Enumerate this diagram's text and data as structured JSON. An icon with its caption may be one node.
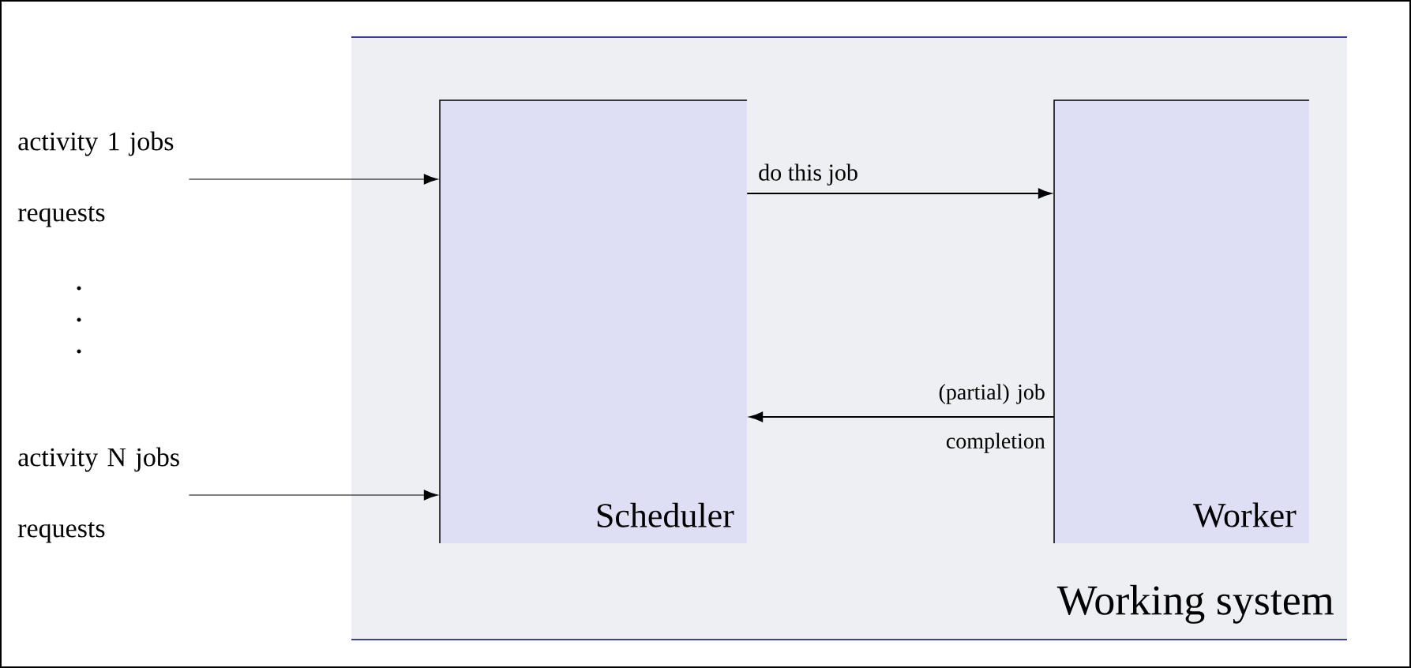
{
  "diagram": {
    "nodes": [
      {
        "text": [
          "Working system"
        ]
      },
      {
        "text": [
          "Scheduler"
        ],
        "in": 0
      },
      {
        "text": [
          "Worker"
        ],
        "in": 0
      },
      {
        "text": [
          "activity 1 jobs requests"
        ]
      },
      {
        "text": [
          "activity N jobs requests"
        ]
      }
    ],
    "edges": [
      {
        "from": 3,
        "to": 1,
        "arrow": "to"
      },
      {
        "from": 4,
        "to": 1,
        "arrow": "to"
      },
      {
        "from": 1,
        "to": 2,
        "arrow": "to",
        "label": "do this job"
      },
      {
        "from": 2,
        "to": 1,
        "arrow": "to",
        "label": "(partial) job completion"
      }
    ]
  }
}
